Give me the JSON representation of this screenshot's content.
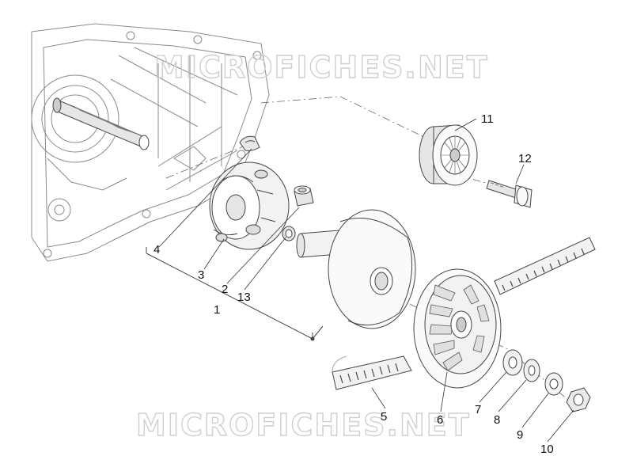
{
  "watermark": {
    "top": "MICROFICHES.NET",
    "bottom": "MICROFICHES.NET"
  },
  "callouts": [
    {
      "id": "1",
      "label": "1"
    },
    {
      "id": "2",
      "label": "2"
    },
    {
      "id": "3",
      "label": "3"
    },
    {
      "id": "4",
      "label": "4"
    },
    {
      "id": "5",
      "label": "5"
    },
    {
      "id": "6",
      "label": "6"
    },
    {
      "id": "7",
      "label": "7"
    },
    {
      "id": "8",
      "label": "8"
    },
    {
      "id": "9",
      "label": "9"
    },
    {
      "id": "10",
      "label": "10"
    },
    {
      "id": "11",
      "label": "11"
    },
    {
      "id": "12",
      "label": "12"
    },
    {
      "id": "13",
      "label": "13"
    }
  ],
  "colors": {
    "line": "#444444",
    "light_line": "#9a9a9a",
    "fill_gray": "#e6e6e6",
    "label": "#111111"
  }
}
